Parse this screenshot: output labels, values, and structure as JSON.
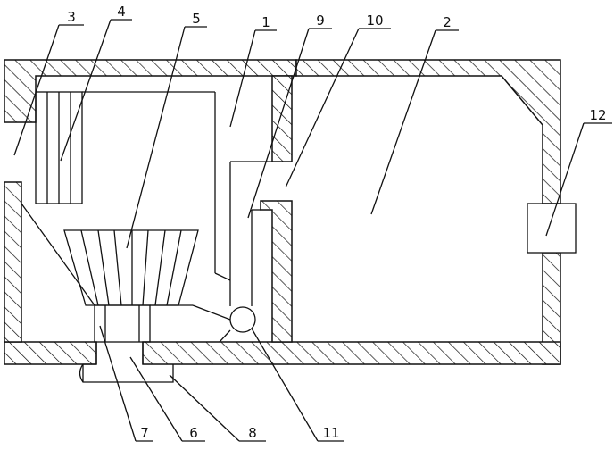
{
  "colors": {
    "line": "#111111",
    "background": "#ffffff"
  },
  "labels": [
    {
      "id": "label-1",
      "text": "1"
    },
    {
      "id": "label-2",
      "text": "2"
    },
    {
      "id": "label-3",
      "text": "3"
    },
    {
      "id": "label-4",
      "text": "4"
    },
    {
      "id": "label-5",
      "text": "5"
    },
    {
      "id": "label-6",
      "text": "6"
    },
    {
      "id": "label-7",
      "text": "7"
    },
    {
      "id": "label-8",
      "text": "8"
    },
    {
      "id": "label-9",
      "text": "9"
    },
    {
      "id": "label-10",
      "text": "10"
    },
    {
      "id": "label-11",
      "text": "11"
    },
    {
      "id": "label-12",
      "text": "12"
    }
  ]
}
